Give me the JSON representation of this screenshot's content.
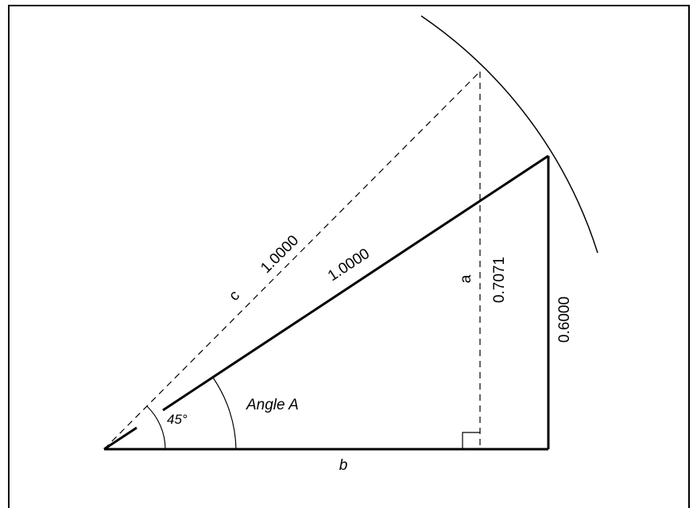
{
  "diagram": {
    "hypotenuse_solid_label": "1.0000",
    "hypotenuse_dashed_label": "1.0000",
    "hypotenuse_dashed_name": "c",
    "base_name": "b",
    "dashed_leg_name": "a",
    "dashed_leg_value": "0.7071",
    "solid_leg_value": "0.6000",
    "angle_a_label": "Angle A",
    "angle_45_label": "45°",
    "colors": {
      "stroke": "#000000",
      "background": "#ffffff"
    }
  }
}
